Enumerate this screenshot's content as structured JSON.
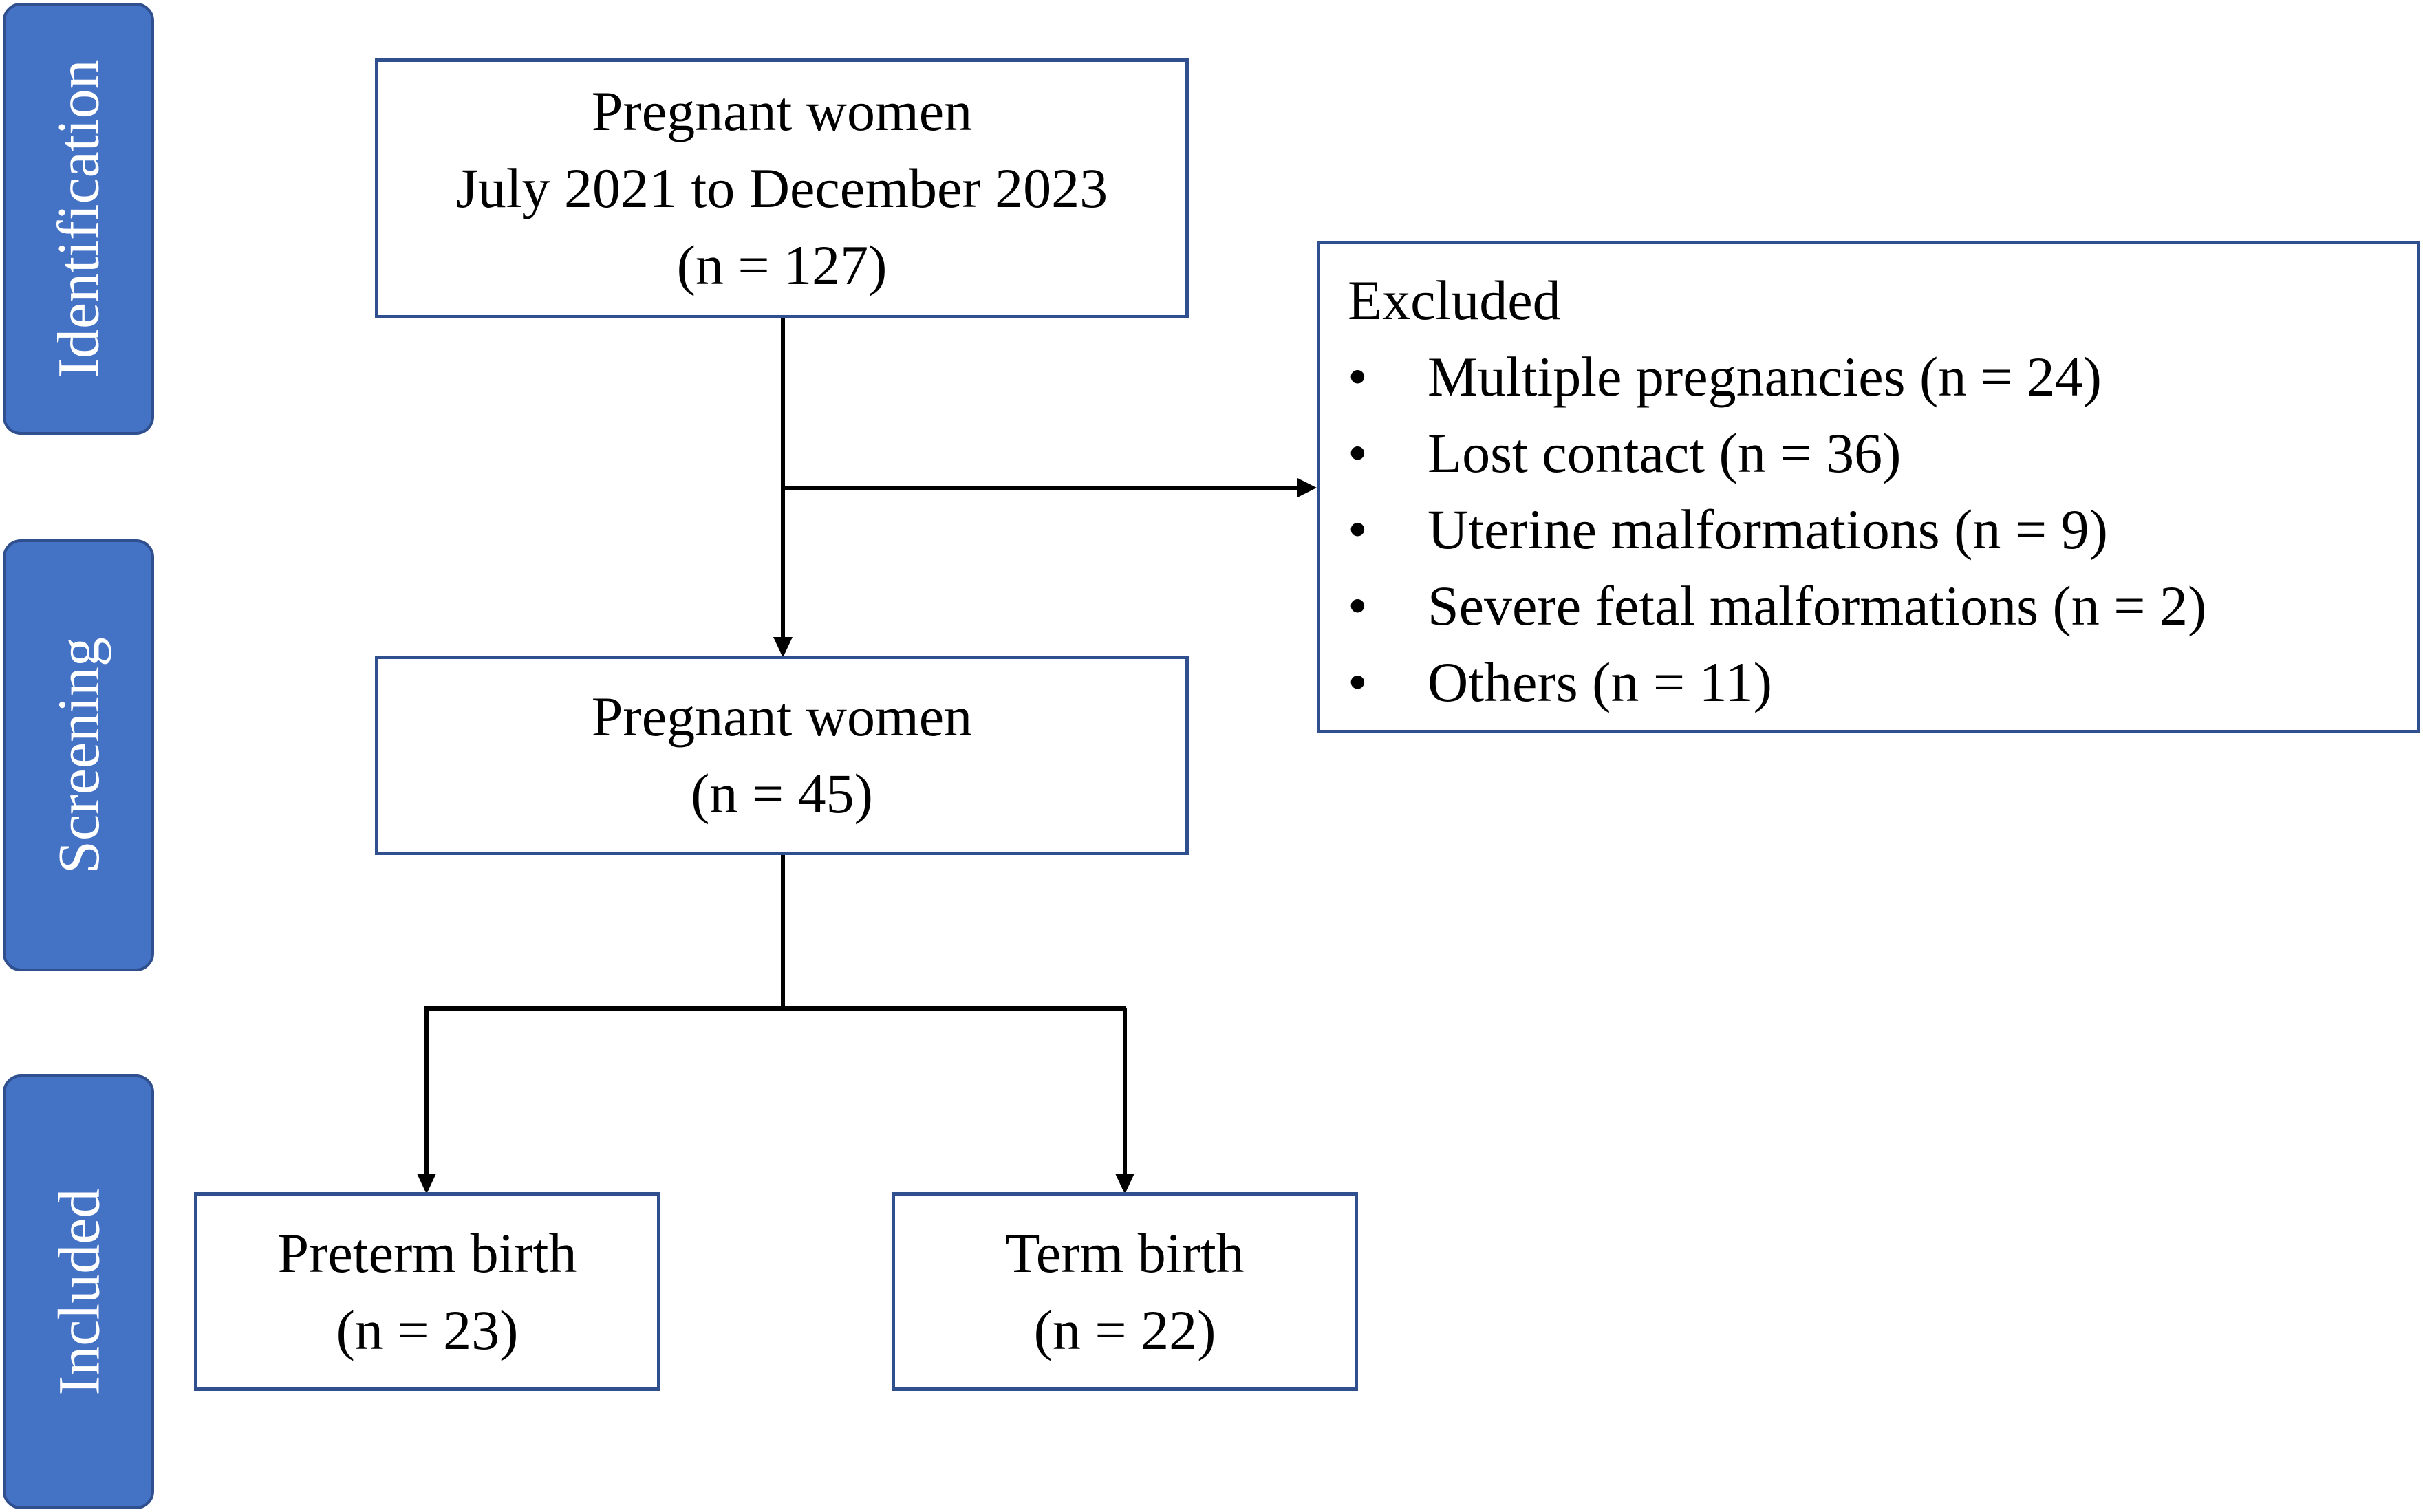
{
  "colors": {
    "stage_fill": "#4472c4",
    "box_border": "#2f4f8f",
    "arrow": "#000000"
  },
  "stages": {
    "identification": "Identification",
    "screening": "Screening",
    "included": "Included"
  },
  "boxes": {
    "all_women": {
      "line1": "Pregnant women",
      "line2": "July 2021 to December 2023",
      "line3": "(n = 127)"
    },
    "screened": {
      "line1": "Pregnant women",
      "line2": "(n = 45)"
    },
    "preterm": {
      "line1": "Preterm birth",
      "line2": "(n = 23)"
    },
    "term": {
      "line1": "Term birth",
      "line2": "(n = 22)"
    }
  },
  "excluded": {
    "title": "Excluded",
    "items": [
      "Multiple pregnancies (n = 24)",
      "Lost contact (n = 36)",
      "Uterine malformations (n = 9)",
      "Severe fetal malformations (n = 2)",
      "Others (n = 11)"
    ]
  }
}
